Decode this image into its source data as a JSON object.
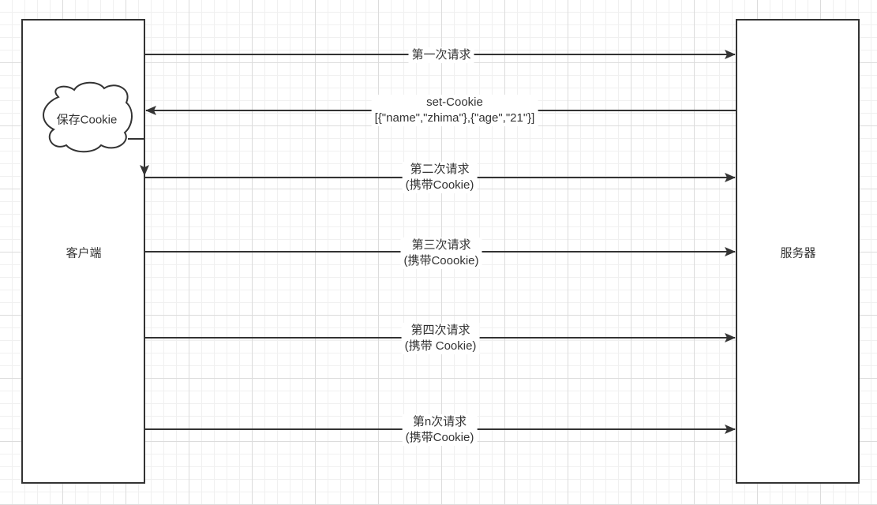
{
  "client": {
    "label": "客户端"
  },
  "server": {
    "label": "服务器"
  },
  "cloud": {
    "label": "保存Cookie"
  },
  "messages": [
    {
      "line1": "第一次请求",
      "line2": ""
    },
    {
      "line1": "set-Cookie",
      "line2": "[{\"name\",\"zhima\"},{\"age\",\"21\"}]"
    },
    {
      "line1": "第二次请求",
      "line2": "(携带Cookie)"
    },
    {
      "line1": "第三次请求",
      "line2": "(携带Coookie)"
    },
    {
      "line1": "第四次请求",
      "line2": "(携带 Cookie)"
    },
    {
      "line1": "第n次请求",
      "line2": "(携带Cookie)"
    }
  ]
}
